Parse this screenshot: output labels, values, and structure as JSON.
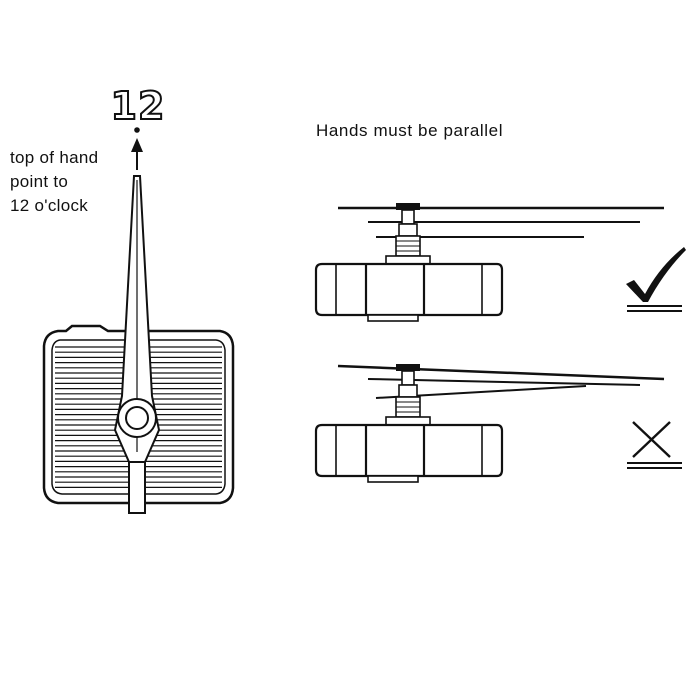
{
  "diagram": {
    "numeral": "12",
    "instruction_lines": [
      "top of hand",
      "point to",
      "12 o'clock"
    ],
    "heading": "Hands must be parallel",
    "examples": [
      {
        "hands": "parallel",
        "mark": "check-icon"
      },
      {
        "hands": "not parallel",
        "mark": "cross-icon"
      }
    ],
    "colors": {
      "ink": "#111111",
      "paper": "#ffffff"
    }
  }
}
